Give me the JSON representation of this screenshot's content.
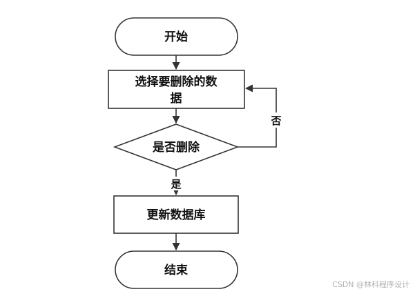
{
  "nodes": {
    "start": "开始",
    "select_line1": "选择要删除的数",
    "select_line2": "据",
    "decision": "是否删除",
    "update": "更新数据库",
    "end": "结束"
  },
  "edges": {
    "no_label": "否",
    "yes_label": "是"
  },
  "watermark": "CSDN @林科程序设计"
}
